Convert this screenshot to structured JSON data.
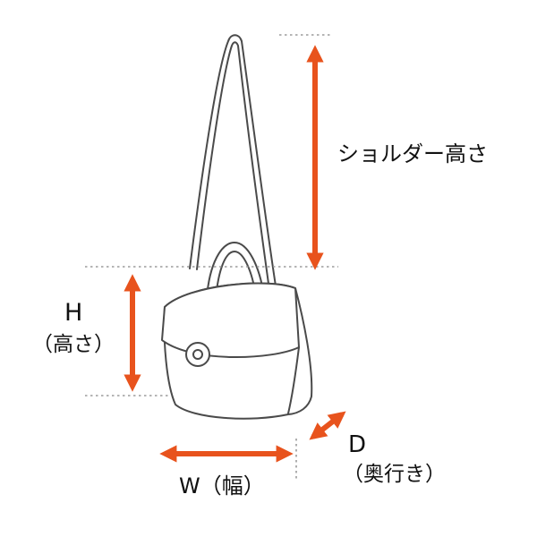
{
  "figure": {
    "type": "product-dimension-diagram",
    "subject": "shoulder-bag-line-drawing"
  },
  "labels": {
    "shoulder_height": "ショルダー高さ",
    "height_letter": "H",
    "height_unit": "（高さ）",
    "width": "W（幅）",
    "depth_letter": "D",
    "depth_unit": "（奥行き）"
  },
  "colors": {
    "arrow": "#e8531d",
    "line_art": "#4a4a4a",
    "guide": "#9b9b9b",
    "background": "#ffffff",
    "text": "#111111"
  }
}
